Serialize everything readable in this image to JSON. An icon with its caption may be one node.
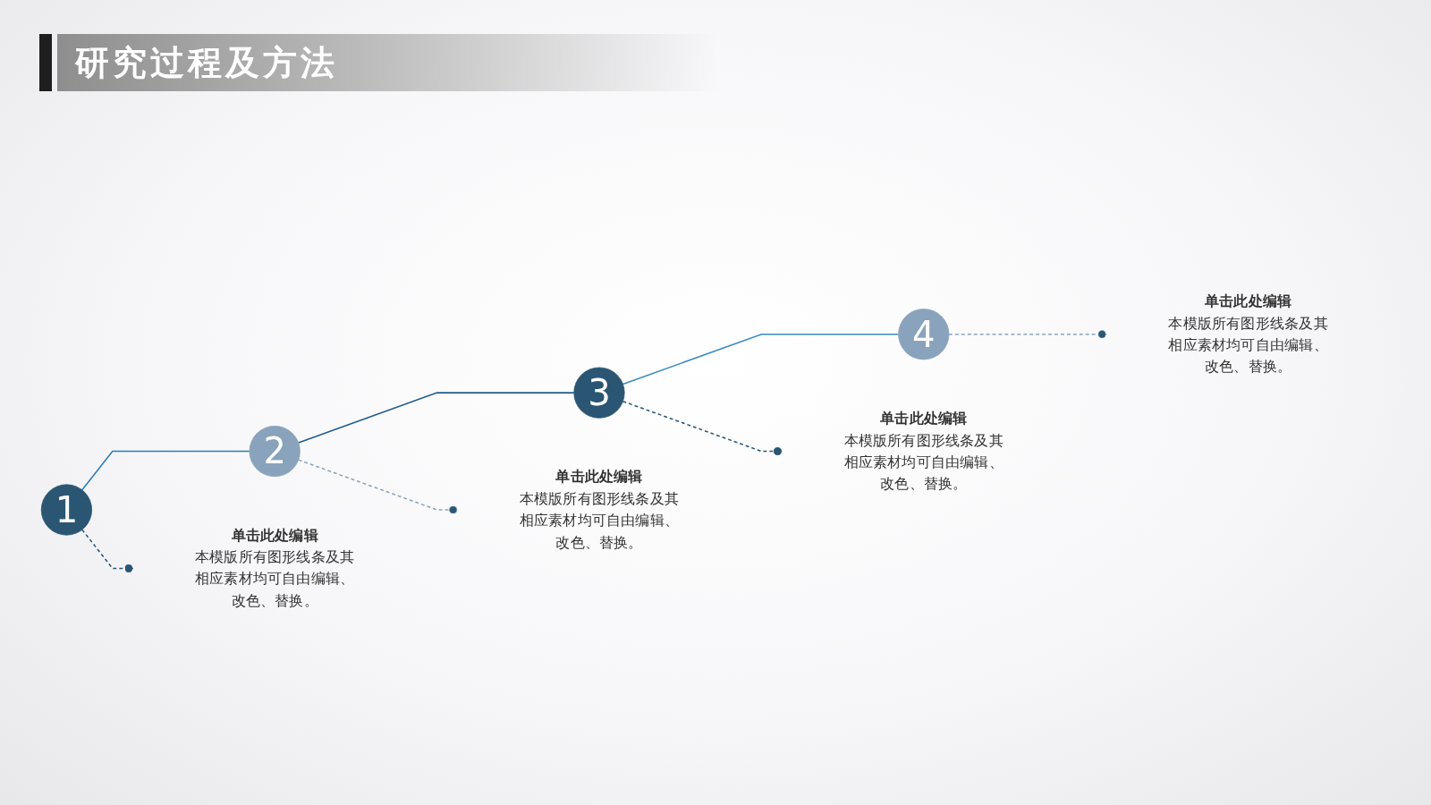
{
  "diagram": {
    "title": "研究过程及方法",
    "nodes": [
      {
        "text": [
          "1"
        ]
      },
      {
        "text": [
          "单击此处编辑",
          "本模版所有图形线条及其相应素材均可自由编辑、改色、替换。"
        ]
      },
      {
        "text": [
          "2"
        ]
      },
      {
        "text": [
          "单击此处编辑",
          "本模版所有图形线条及其相应素材均可自由编辑、改色、替换。"
        ]
      },
      {
        "text": [
          "3"
        ]
      },
      {
        "text": [
          "单击此处编辑",
          "本模版所有图形线条及其相应素材均可自由编辑、改色、替换。"
        ]
      },
      {
        "text": [
          "4"
        ]
      },
      {
        "text": [
          "单击此处编辑",
          "本模版所有图形线条及其相应素材均可自由编辑、改色、替换。"
        ]
      }
    ],
    "edges": [
      {
        "from": 0,
        "to": 1,
        "arrow": "other",
        "style": "dashed",
        "color": "#2a5673"
      },
      {
        "from": 0,
        "to": 2,
        "arrow": "none",
        "color": "#2b7bb8"
      },
      {
        "from": 2,
        "to": 3,
        "arrow": "other",
        "style": "dashed",
        "color": "#8aa3bc"
      },
      {
        "from": 2,
        "to": 4,
        "arrow": "none",
        "color": "#1f5c8c"
      },
      {
        "from": 4,
        "to": 5,
        "arrow": "other",
        "style": "dashed",
        "color": "#2a5673"
      },
      {
        "from": 4,
        "to": 6,
        "arrow": "none",
        "color": "#3a8bbd"
      },
      {
        "from": 6,
        "to": 7,
        "arrow": "other",
        "style": "dashed",
        "color": "#8aa3bc"
      }
    ]
  }
}
